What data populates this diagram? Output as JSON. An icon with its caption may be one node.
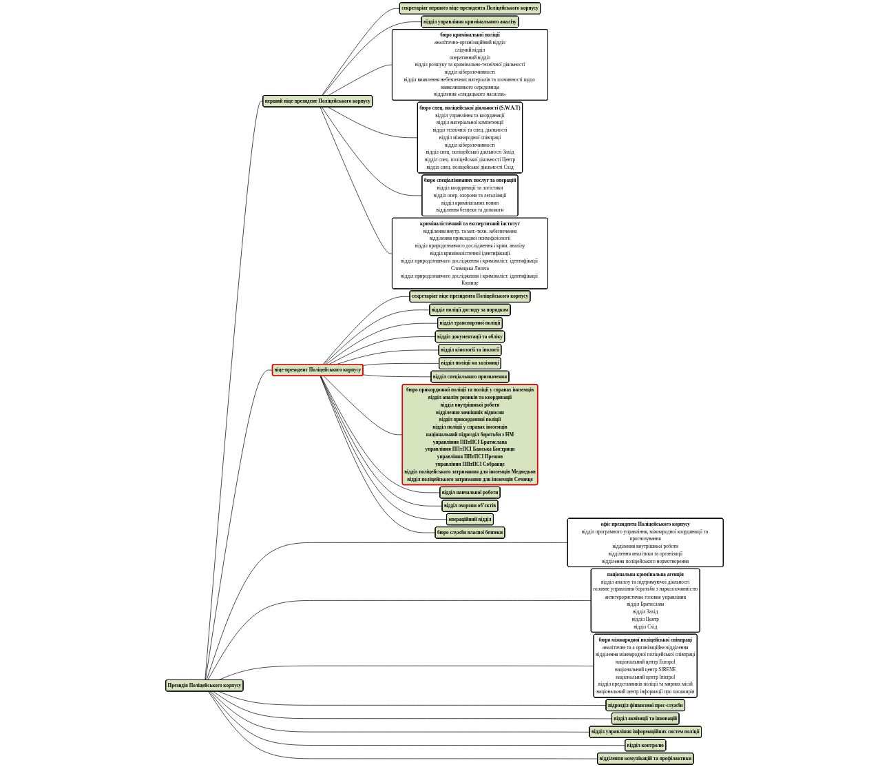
{
  "diagram": {
    "nodes": [
      {
        "text": [
          "Президія Поліцейського корпусу"
        ]
      },
      {
        "text": [
          "перший віце-президент Поліцейського корпусу"
        ]
      },
      {
        "text": [
          "секретаріат першого віце-президента Поліцейського корпусу"
        ]
      },
      {
        "text": [
          "відділ управління кримінального аналізу"
        ]
      },
      {
        "text": [
          "бюро кримінальної поліції",
          "аналітично-організаційний відділ",
          "слідчий відділ",
          "оперативний відділ",
          "відділ розшуку та кримінально-технічної діяльності",
          "відділ кіберзлочинності",
          "відділ виявлення небезпечних матеріалів та злочинності щодо навколишнього середовища",
          "відділення «глядацького насилля»"
        ]
      },
      {
        "text": [
          "бюро спец. поліцейської діяльності (S.W.A.T)",
          "відділ управління та координації",
          "відділ матеріальної компетенції",
          "відділ технічної та спец. діяльності",
          "відділ міжнародної співпраці",
          "відділ кіберзлочинності",
          "відділ спец. поліцейської діяльності Захід",
          "відділ спец. поліцейської діяльності Центр",
          "відділ спец. поліцейської діяльності Схід"
        ]
      },
      {
        "text": [
          "бюро спеціалізованих послуг та операцій",
          "відділ координації та логістики",
          "відділ опер. охорони та легалізації",
          "відділ кримінальних новин",
          "відділення безпеки та допомоги"
        ]
      },
      {
        "text": [
          "криміналістичний та експертизний інститут",
          "відділення внутр. та мат.-техн. забезпечення",
          "відділення прикладної психофізіології",
          "відділ природознавчого дослідження і крим. аналізу",
          "відділ криміналістичної ідентифікації",
          "відділ природознавчого дослідження і криміналіст. ідентифікації Словацька Люпча",
          "відділ природознавчого дослідження і криміналіст. ідентифікації Кошице"
        ]
      },
      {
        "text": [
          "віце-президент Поліцейського корпусу"
        ]
      },
      {
        "text": [
          "секретаріат віце-президента Поліцейського корпусу"
        ]
      },
      {
        "text": [
          "відділ поліції догляду за порядком"
        ]
      },
      {
        "text": [
          "відділ транспортної поліції"
        ]
      },
      {
        "text": [
          "відділ документації та обліку"
        ]
      },
      {
        "text": [
          "відділ кінології та іпології"
        ]
      },
      {
        "text": [
          "відділ поліції на залізниці"
        ]
      },
      {
        "text": [
          "відділ спеціального призначення"
        ]
      },
      {
        "text": [
          "бюро прикордонної поліції та поліції у справах іноземців",
          "відділ аналізу ризиків та координації",
          "відділ внутрішньої роботи",
          "відділення зовнішніх відносин",
          "відділ прикордонної поліції",
          "відділ поліції у справах іноземців",
          "національний підрозділ боротьби з НМ",
          "управління ППтПСІ Братислава",
          "управління ППтПСІ Банська Бистриця",
          "управління ППтПСІ Прешов",
          "управління ППтПСІ Собранце",
          "відділ поліцейського затримання для іноземців Медведьов",
          "відділ поліцейського затримання для іноземців Сечовце"
        ]
      },
      {
        "text": [
          "відділ навчальної роботи"
        ]
      },
      {
        "text": [
          "відділ охорони об’єктів"
        ]
      },
      {
        "text": [
          "операційний відділ"
        ]
      },
      {
        "text": [
          "бюро служби власної безпеки"
        ]
      },
      {
        "text": [
          "офіс президента Поліцейського корпусу",
          "відділ програмного управління, міжнародної координації та прогнозування",
          "відділення внутрішньої роботи",
          "відділення аналітики та організації",
          "відділення поліцейського нормотворення"
        ]
      },
      {
        "text": [
          "національна кримінальна агенція",
          "відділ аналізу та підтримуючої діяльності",
          "головне управління боротьби з наркозлочинністю",
          "антитерористичне головне управління",
          "відділ Братислава",
          "відділ Захід",
          "відділ Центр",
          "відділ Схід"
        ]
      },
      {
        "text": [
          "бюро міжнародної поліцейської співпраці",
          "аналітичне та а організаційне відділення",
          "відділення міжнародної поліцейської співпраці",
          "національний центр Europol",
          "національний центр SIRENE",
          "національний центр Interpol",
          "відділ представників поліції та мирних місій",
          "національний центр інформації про пасажирів"
        ]
      },
      {
        "text": [
          "підрозділ фінансової прес-служби"
        ]
      },
      {
        "text": [
          "відділ аквізиції та інновацій"
        ]
      },
      {
        "text": [
          "відділ управління інформаційних систем поліції"
        ]
      },
      {
        "text": [
          "відділ контролю"
        ]
      },
      {
        "text": [
          "відділення комунікацій та профілактики"
        ]
      }
    ],
    "edges": [
      {
        "from": 0,
        "to": 1,
        "arrow": "none"
      },
      {
        "from": 0,
        "to": 8,
        "arrow": "none"
      },
      {
        "from": 0,
        "to": 21,
        "arrow": "none"
      },
      {
        "from": 0,
        "to": 22,
        "arrow": "none"
      },
      {
        "from": 0,
        "to": 23,
        "arrow": "none"
      },
      {
        "from": 0,
        "to": 24,
        "arrow": "none"
      },
      {
        "from": 0,
        "to": 25,
        "arrow": "none"
      },
      {
        "from": 0,
        "to": 26,
        "arrow": "none"
      },
      {
        "from": 0,
        "to": 27,
        "arrow": "none"
      },
      {
        "from": 0,
        "to": 28,
        "arrow": "none"
      },
      {
        "from": 1,
        "to": 2,
        "arrow": "none"
      },
      {
        "from": 1,
        "to": 3,
        "arrow": "none"
      },
      {
        "from": 1,
        "to": 4,
        "arrow": "none"
      },
      {
        "from": 1,
        "to": 5,
        "arrow": "none"
      },
      {
        "from": 1,
        "to": 6,
        "arrow": "none"
      },
      {
        "from": 1,
        "to": 7,
        "arrow": "none"
      },
      {
        "from": 8,
        "to": 9,
        "arrow": "none"
      },
      {
        "from": 8,
        "to": 10,
        "arrow": "none"
      },
      {
        "from": 8,
        "to": 11,
        "arrow": "none"
      },
      {
        "from": 8,
        "to": 12,
        "arrow": "none"
      },
      {
        "from": 8,
        "to": 13,
        "arrow": "none"
      },
      {
        "from": 8,
        "to": 14,
        "arrow": "none"
      },
      {
        "from": 8,
        "to": 15,
        "arrow": "none"
      },
      {
        "from": 8,
        "to": 16,
        "arrow": "none"
      },
      {
        "from": 8,
        "to": 17,
        "arrow": "none"
      },
      {
        "from": 8,
        "to": 18,
        "arrow": "none"
      },
      {
        "from": 8,
        "to": 19,
        "arrow": "none"
      },
      {
        "from": 8,
        "to": 20,
        "arrow": "none"
      }
    ]
  }
}
